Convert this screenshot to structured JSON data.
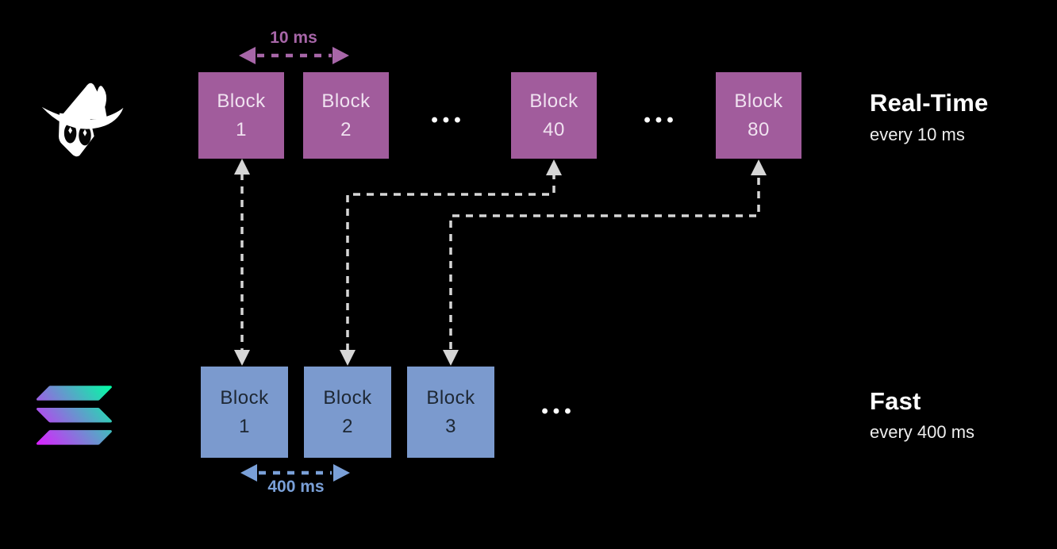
{
  "canvas": {
    "background": "#000000"
  },
  "top": {
    "logo": "magicblock-wizard-logo",
    "interval_label": "10 ms",
    "blocks": [
      {
        "line1": "Block",
        "line2": "1"
      },
      {
        "line1": "Block",
        "line2": "2"
      },
      {
        "line1": "Block",
        "line2": "40"
      },
      {
        "line1": "Block",
        "line2": "80"
      }
    ],
    "ellipsis": "•••",
    "title": "Real-Time",
    "subtitle": "every 10 ms",
    "colors": {
      "block": "#a15c9c",
      "block_text": "#f0e2f0",
      "accent": "#a766a8"
    }
  },
  "bottom": {
    "logo": "solana-logo",
    "interval_label": "400 ms",
    "blocks": [
      {
        "line1": "Block",
        "line2": "1"
      },
      {
        "line1": "Block",
        "line2": "2"
      },
      {
        "line1": "Block",
        "line2": "3"
      }
    ],
    "ellipsis": "•••",
    "title": "Fast",
    "subtitle": "every 400 ms",
    "colors": {
      "block": "#7b9ace",
      "block_text": "#1d2733",
      "accent": "#7aa0d8"
    }
  },
  "connectors": {
    "color": "#d6d6d6",
    "style": "dashed",
    "links": [
      {
        "from": "solana-block-1",
        "to": "realtime-block-1",
        "bidirectional": true
      },
      {
        "from": "solana-block-2",
        "to": "realtime-block-40",
        "bidirectional": true
      },
      {
        "from": "solana-block-3",
        "to": "realtime-block-80",
        "bidirectional": true
      }
    ]
  },
  "solana_gradient": {
    "start": "#dc1fff",
    "end": "#00ffa3"
  }
}
